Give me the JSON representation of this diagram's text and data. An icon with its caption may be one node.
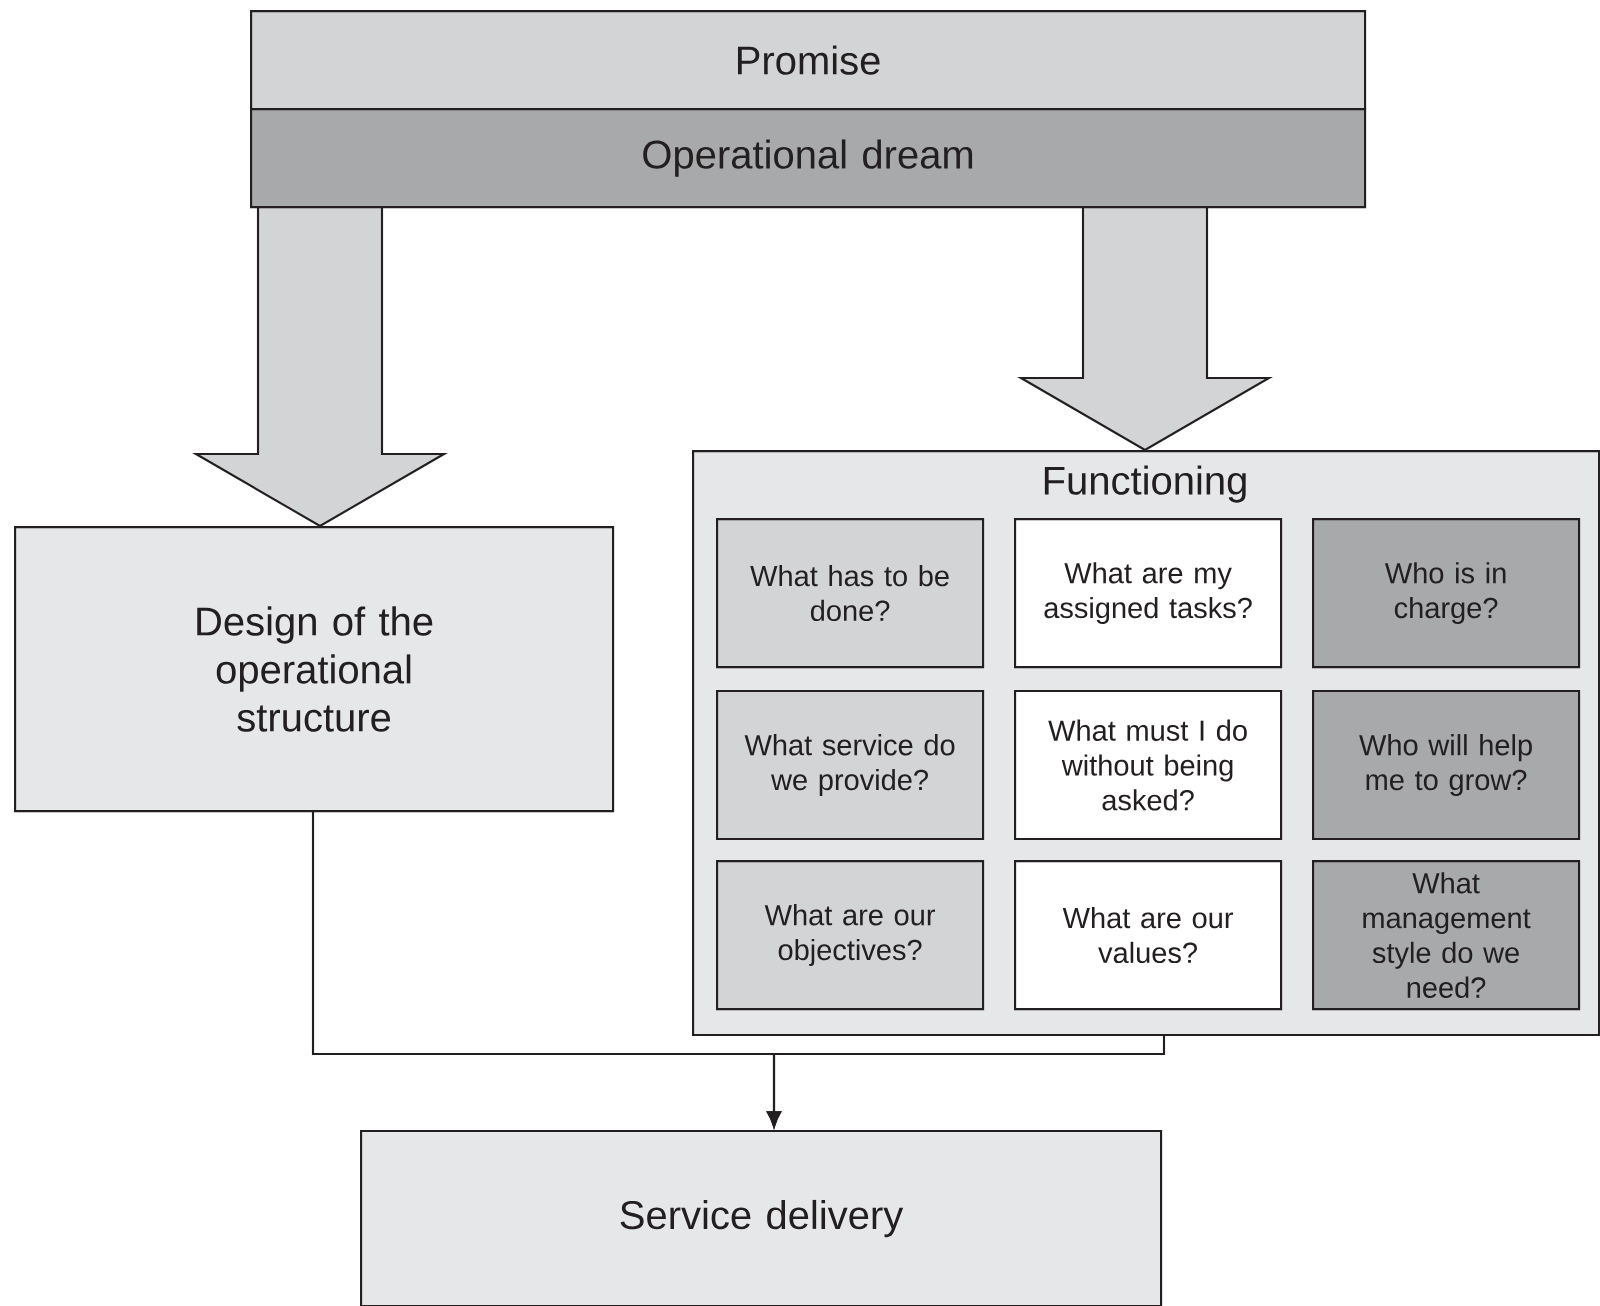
{
  "diagram": {
    "nodes": [
      {
        "text": [
          "Promise"
        ]
      },
      {
        "text": [
          "Operational dream"
        ]
      },
      {
        "text": [
          "Design of the operational structure"
        ]
      },
      {
        "text": [
          "Functioning"
        ]
      },
      {
        "text": [
          "What has to be done?"
        ],
        "in": 3
      },
      {
        "text": [
          "What are my assigned tasks?"
        ],
        "in": 3
      },
      {
        "text": [
          "Who is in charge?"
        ],
        "in": 3
      },
      {
        "text": [
          "What service do we provide?"
        ],
        "in": 3
      },
      {
        "text": [
          "What must I do without being asked?"
        ],
        "in": 3
      },
      {
        "text": [
          "Who will help me to grow?"
        ],
        "in": 3
      },
      {
        "text": [
          "What are our objectives?"
        ],
        "in": 3
      },
      {
        "text": [
          "What are our values?"
        ],
        "in": 3
      },
      {
        "text": [
          "What management style do we need?"
        ],
        "in": 3
      },
      {
        "text": [
          "Service delivery"
        ]
      }
    ],
    "edges": [
      {
        "from": 1,
        "to": 2,
        "arrow": "to",
        "style": "thick"
      },
      {
        "from": 1,
        "to": 3,
        "arrow": "to",
        "style": "thick"
      },
      {
        "from": 2,
        "to": 13,
        "arrow": "to"
      },
      {
        "from": 3,
        "to": 13,
        "arrow": "to"
      }
    ]
  }
}
